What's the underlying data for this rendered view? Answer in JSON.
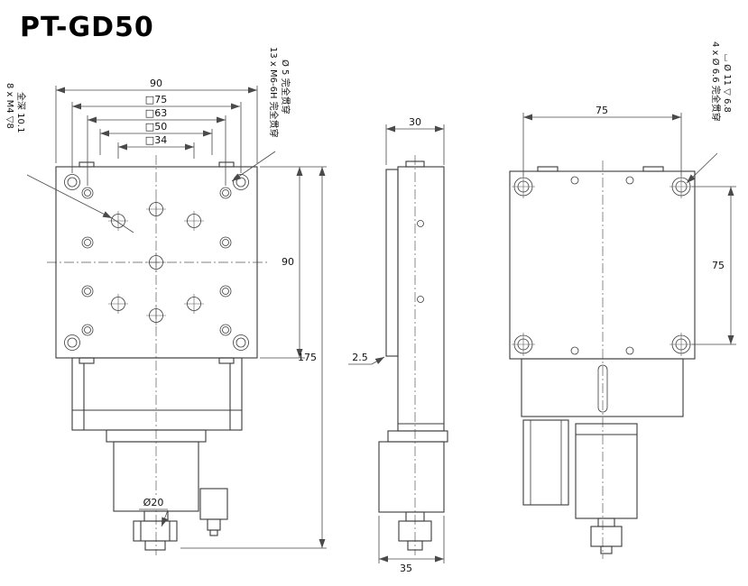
{
  "drawing": {
    "title": "PT-GD50",
    "line_color": "#3a3a3a",
    "dim_color": "#4a4a4a",
    "background": "#ffffff"
  },
  "front_view": {
    "dim_overall_width": "90",
    "dim_square_75": "□75",
    "dim_square_63": "□63",
    "dim_square_50": "□50",
    "dim_square_34": "□34",
    "dim_plate_height": "90",
    "dim_overall_height": "175",
    "dim_knob_dia": "Ø20",
    "note_m4_line1": "8 x M4 ▽8",
    "note_m4_line2": "全深 10.1",
    "note_m6_line1": "13 x M6-6H 完全贯穿",
    "note_m6_line2": "Ø 5 完全贯穿"
  },
  "side_view": {
    "dim_depth": "30",
    "dim_plate_thickness": "2.5",
    "dim_motor_width": "35"
  },
  "back_view": {
    "dim_hole_spacing_h": "75",
    "dim_hole_spacing_v": "75",
    "note_cb_line1": "4 x Ø 6.6 完全贯穿",
    "note_cb_line2": "⌴ Ø 11 ▽ 6.8"
  }
}
